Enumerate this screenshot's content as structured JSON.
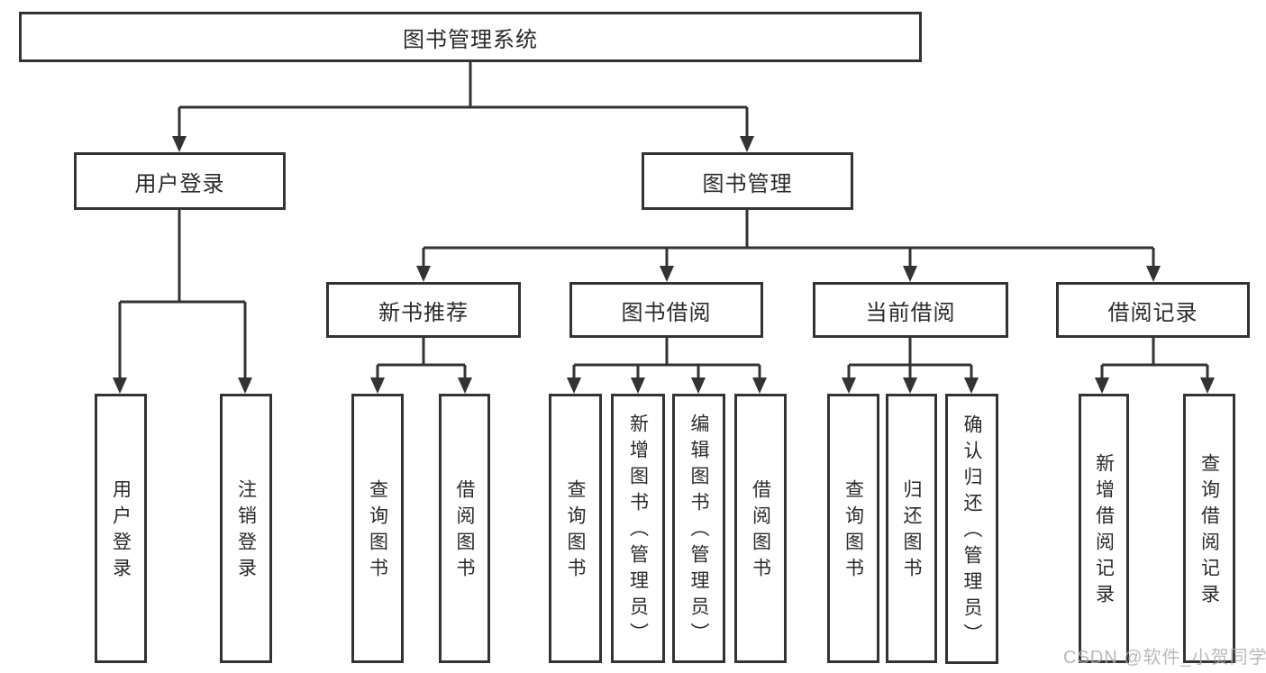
{
  "diagram": {
    "title": "图书管理系统",
    "colors": {
      "line": "#333333",
      "text": "#2a2a2a",
      "background": "#ffffff",
      "watermark": "#a9aeb4"
    },
    "nodes": {
      "root": "图书管理系统",
      "l2": [
        "用户登录",
        "图书管理"
      ],
      "l3": [
        "新书推荐",
        "图书借阅",
        "当前借阅",
        "借阅记录"
      ],
      "leaves": [
        "用户登录",
        "注销登录",
        "查询图书",
        "借阅图书",
        "查询图书",
        "新增图书（管理员）",
        "编辑图书（管理员）",
        "借阅图书",
        "查询图书",
        "归还图书",
        "确认归还（管理员）",
        "新增借阅记录",
        "查询借阅记录"
      ]
    },
    "watermark": "CSDN @软件_小贺同学"
  }
}
